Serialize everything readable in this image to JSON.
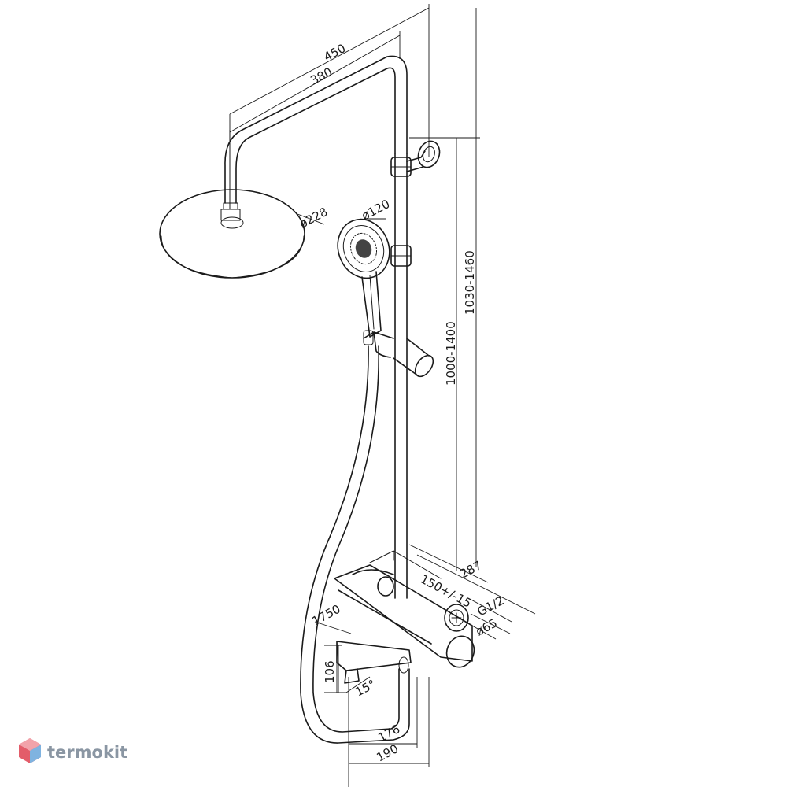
{
  "drawing": {
    "dimensions": {
      "arm_outer": "450",
      "arm_inner": "380",
      "head_diameter": "ø228",
      "hand_diameter": "ø120",
      "total_height": "1030-1460",
      "bar_height": "1000-1400",
      "mixer_depth": "287",
      "inlet_spacing": "150+/-15",
      "thread": "G1/2",
      "escutcheon": "ø65",
      "hose_length": "1750",
      "spout_height": "106",
      "spout_angle": "15°",
      "spout_reach_inner": "176",
      "spout_reach_outer": "190"
    }
  },
  "brand": {
    "name": "termokit",
    "logo_color": "#e35d6a",
    "logo_color_secondary": "#7fb3e0",
    "text_color": "#8a96a3"
  }
}
